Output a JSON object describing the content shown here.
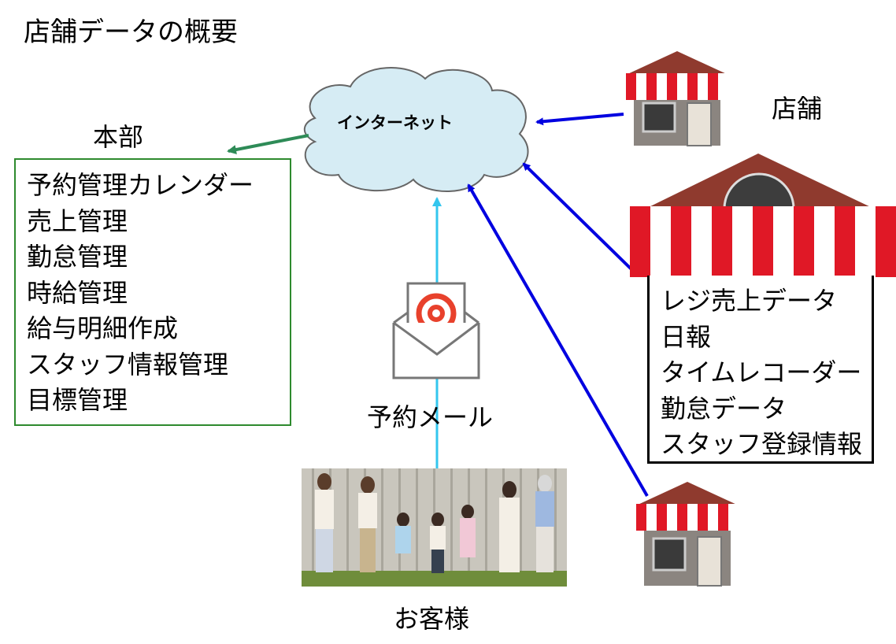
{
  "title": "店舗データの概要",
  "nodes": {
    "internet": "インターネット",
    "hq": "本部",
    "store": "店舗",
    "mail": "予約メール",
    "customers": "お客様"
  },
  "hq_items": [
    "予約管理カレンダー",
    "売上管理",
    "勤怠管理",
    "時給管理",
    "給与明細作成",
    "スタッフ情報管理",
    "目標管理"
  ],
  "store_items": [
    "レジ売上データ",
    "日報",
    "タイムレコーダー",
    "勤怠データ",
    "スタッフ登録情報"
  ],
  "colors": {
    "hq_arrow": "#2e8b57",
    "store_arrow": "#0000e0",
    "mail_arrow": "#33c6ee",
    "mail_icon": "#e8412c",
    "awning_red": "#e01826",
    "cloud_fill": "#d6ecf4"
  }
}
